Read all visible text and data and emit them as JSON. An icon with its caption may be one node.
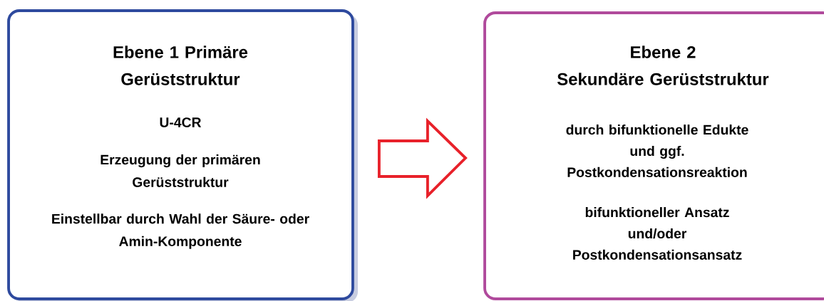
{
  "diagram": {
    "nodes": [
      {
        "text": [
          "Ebene 1 Primäre Gerüststruktur",
          "U-4CR",
          "Erzeugung der primären Gerüststruktur",
          "Einstellbar durch Wahl der Säure- oder Amin-Komponente"
        ]
      },
      {
        "text": [
          "Ebene 2 Sekundäre Gerüststruktur",
          "durch bifunktionelle Edukte und ggf. Postkondensationsreaktion",
          "bifunktioneller Ansatz und/oder Postkondensationsansatz"
        ]
      }
    ],
    "edges": [
      {
        "from": 0,
        "to": 1,
        "arrow": "to"
      }
    ]
  }
}
